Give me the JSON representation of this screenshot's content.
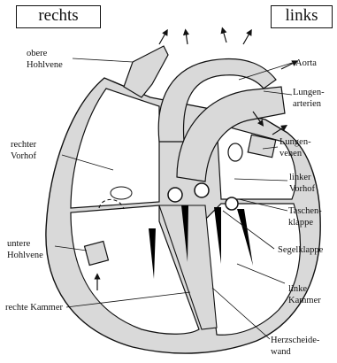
{
  "header": {
    "left": "rechts",
    "right": "links"
  },
  "labels": {
    "obere_hohlvene": "obere\nHohlvene",
    "rechter_vorhof": "rechter\nVorhof",
    "untere_hohlvene": "untere\nHohlvene",
    "rechte_kammer": "rechte Kammer",
    "aorta": "Aorta",
    "lungenarterien": "Lungen-\narterien",
    "lungenvenen": "Lungen-\nvenen",
    "linker_vorhof": "linker\nVorhof",
    "taschenklappe": "Taschen-\nklappe",
    "segelklappe": "Segelklappe",
    "linke_kammer": "linke\nKammer",
    "herzscheidewand": "Herzscheide-\nwand"
  },
  "colors": {
    "tissue": "#d9d9d9",
    "line": "#111111",
    "valve": "#000000"
  }
}
